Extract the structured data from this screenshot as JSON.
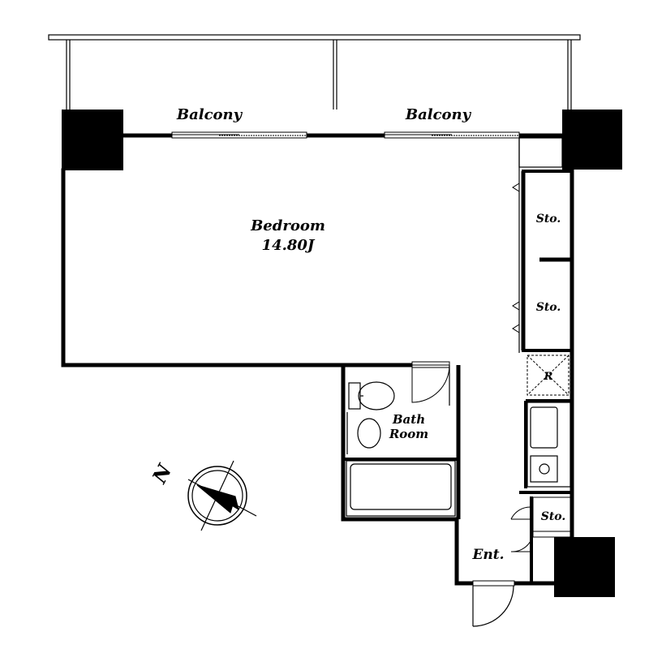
{
  "rooms": {
    "balcony_left": "Balcony",
    "balcony_right": "Balcony",
    "bedroom": "Bedroom",
    "bedroom_size": "14.80J",
    "storage_upper": "Sto.",
    "storage_lower": "Sto.",
    "storage_entry": "Sto.",
    "refrigerator": "R",
    "bath_line1": "Bath",
    "bath_line2": "Room",
    "entrance": "Ent."
  },
  "compass": {
    "north_label": "N"
  }
}
